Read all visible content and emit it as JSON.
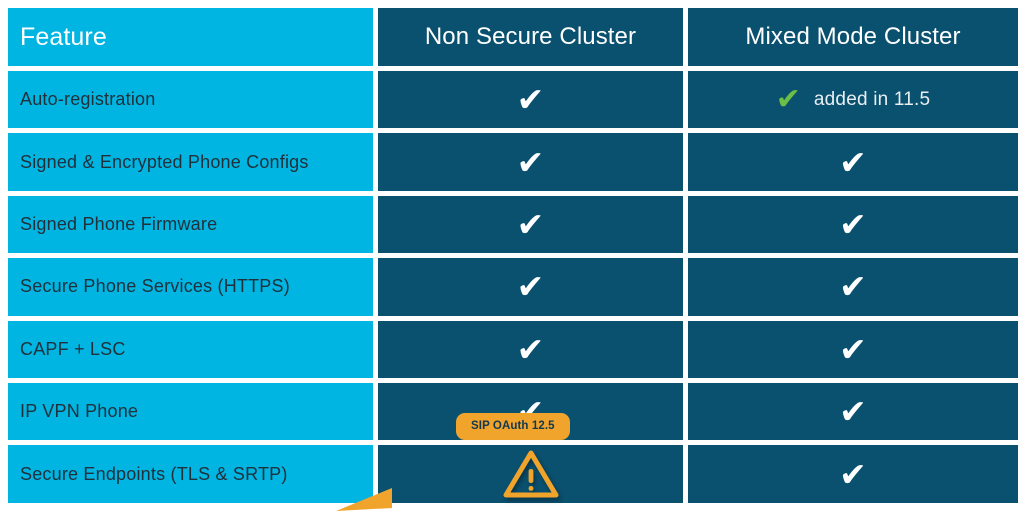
{
  "table": {
    "columns": [
      {
        "key": "feature",
        "label": "Feature"
      },
      {
        "key": "non_secure",
        "label": "Non Secure Cluster"
      },
      {
        "key": "mixed_mode",
        "label": "Mixed Mode Cluster"
      }
    ],
    "rows": [
      {
        "feature": "Auto-registration",
        "non_secure": {
          "icon": "check-icon",
          "glyph": "✔"
        },
        "mixed_mode": {
          "icon": "check-icon",
          "glyph": "✔",
          "note": "added in 11.5"
        }
      },
      {
        "feature": "Signed & Encrypted Phone Configs",
        "non_secure": {
          "icon": "check-icon",
          "glyph": "✔"
        },
        "mixed_mode": {
          "icon": "check-icon",
          "glyph": "✔"
        }
      },
      {
        "feature": "Signed Phone Firmware",
        "non_secure": {
          "icon": "check-icon",
          "glyph": "✔"
        },
        "mixed_mode": {
          "icon": "check-icon",
          "glyph": "✔"
        }
      },
      {
        "feature": "Secure Phone Services (HTTPS)",
        "non_secure": {
          "icon": "check-icon",
          "glyph": "✔"
        },
        "mixed_mode": {
          "icon": "check-icon",
          "glyph": "✔"
        }
      },
      {
        "feature": "CAPF + LSC",
        "non_secure": {
          "icon": "check-icon",
          "glyph": "✔"
        },
        "mixed_mode": {
          "icon": "check-icon",
          "glyph": "✔"
        }
      },
      {
        "feature": "IP VPN Phone",
        "non_secure": {
          "icon": "check-icon",
          "glyph": "✔"
        },
        "mixed_mode": {
          "icon": "check-icon",
          "glyph": "✔"
        }
      },
      {
        "feature": "Secure Endpoints (TLS & SRTP)",
        "non_secure": {
          "icon": "warning-triangle-icon",
          "tooltip": "SIP OAuth 12.5"
        },
        "mixed_mode": {
          "icon": "check-icon",
          "glyph": "✔"
        }
      }
    ]
  },
  "colors": {
    "feature_column": "#00b5e2",
    "value_column": "#0a506f",
    "check_white": "#ffffff",
    "check_green": "#6cbe45",
    "warning_orange": "#f1a42b",
    "tooltip_background": "#f1a42b",
    "tooltip_text": "#12384f",
    "page_background": "#ffffff"
  }
}
